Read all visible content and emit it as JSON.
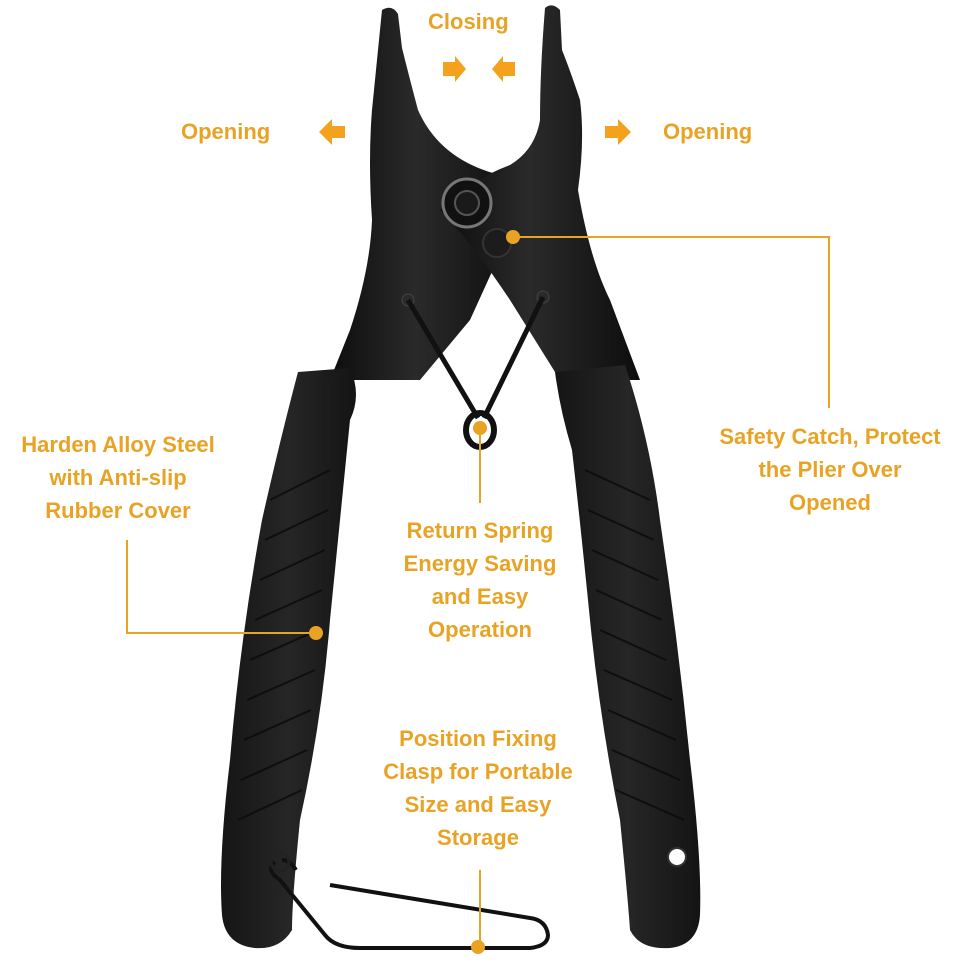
{
  "image": {
    "subject": "Bicycle chain master link pliers",
    "accent_color": "#E9A324",
    "tool_color": "#1a1a1a",
    "background": "#ffffff"
  },
  "motion_labels": {
    "closing": "Closing",
    "opening_left": "Opening",
    "opening_right": "Opening"
  },
  "callouts": {
    "safety_catch": {
      "lines": [
        "Safety Catch, Protect",
        "the Plier Over",
        "Opened"
      ]
    },
    "rubber_cover": {
      "lines": [
        "Harden Alloy Steel",
        "with Anti-slip",
        "Rubber Cover"
      ]
    },
    "return_spring": {
      "lines": [
        "Return Spring",
        "Energy Saving",
        "and Easy",
        "Operation"
      ]
    },
    "fixing_clasp": {
      "lines": [
        "Position Fixing",
        "Clasp for Portable",
        "Size and Easy",
        "Storage"
      ]
    }
  },
  "icons": {
    "arrow_right": "arrow-right-icon",
    "arrow_left": "arrow-left-icon",
    "callout_dot": "callout-dot-icon"
  }
}
